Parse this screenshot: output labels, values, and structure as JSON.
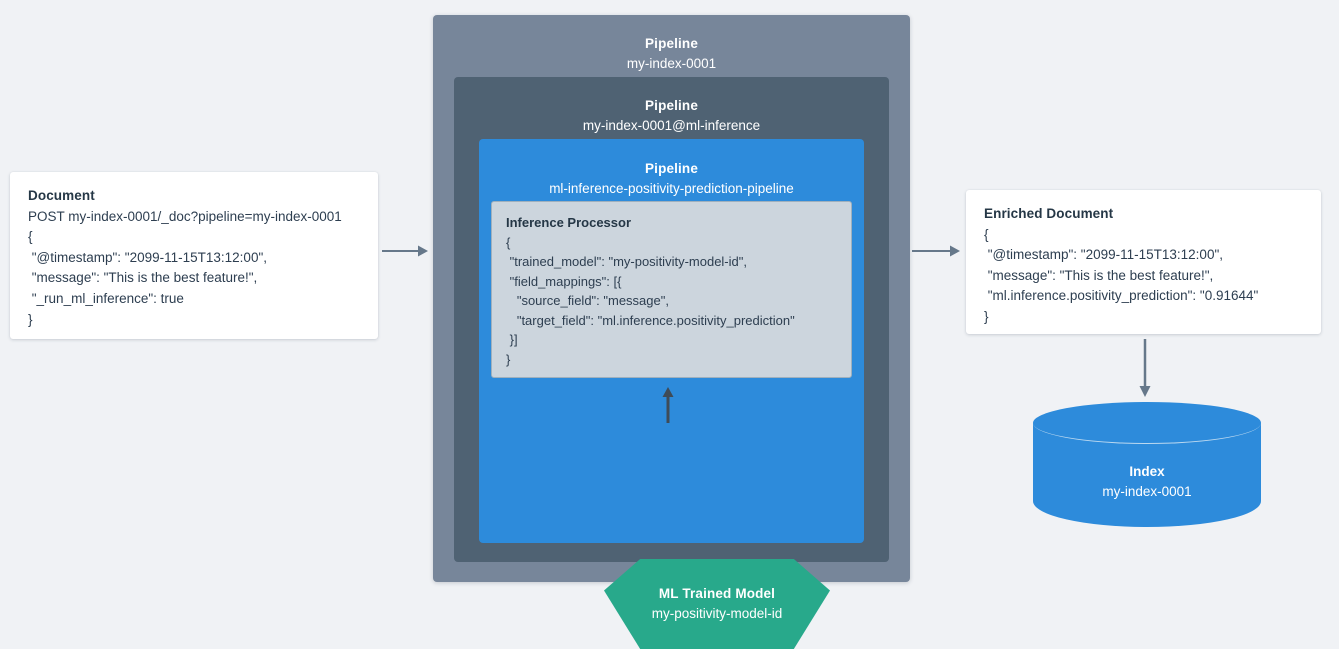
{
  "document_card": {
    "title": "Document",
    "lines": [
      "POST my-index-0001/_doc?pipeline=my-index-0001",
      "{",
      " \"@timestamp\": \"2099-11-15T13:12:00\",",
      " \"message\": \"This is the best feature!\",",
      " \"_run_ml_inference\": true",
      "}"
    ]
  },
  "pipelines": {
    "outer": {
      "kind": "Pipeline",
      "name": "my-index-0001",
      "color": "#77869a"
    },
    "middle": {
      "kind": "Pipeline",
      "name": "my-index-0001@ml-inference",
      "color": "#4f6273"
    },
    "inner": {
      "kind": "Pipeline",
      "name": "ml-inference-positivity-prediction-pipeline",
      "color": "#2d8bdb"
    }
  },
  "inference_processor": {
    "title": "Inference Processor",
    "lines": [
      "{",
      " \"trained_model\": \"my-positivity-model-id\",",
      " \"field_mappings\": [{",
      "   \"source_field\": \"message\",",
      "   \"target_field\": \"ml.inference.positivity_prediction\"",
      " }]",
      "}"
    ]
  },
  "ml_model": {
    "kind": "ML Trained Model",
    "name": "my-positivity-model-id",
    "color": "#28a98b"
  },
  "enriched_card": {
    "title": "Enriched Document",
    "lines": [
      "{",
      " \"@timestamp\": \"2099-11-15T13:12:00\",",
      " \"message\": \"This is the best feature!\",",
      " \"ml.inference.positivity_prediction\": \"0.91644\"",
      "}"
    ]
  },
  "index": {
    "kind": "Index",
    "name": "my-index-0001",
    "color": "#2d8bdb"
  },
  "arrows": {
    "doc_to_pipeline": "arrow-right",
    "pipeline_to_enriched": "arrow-right",
    "model_to_processor": "arrow-up",
    "enriched_to_index": "arrow-down",
    "color": "#66788a"
  },
  "canvas": {
    "background": "#f0f2f5"
  }
}
